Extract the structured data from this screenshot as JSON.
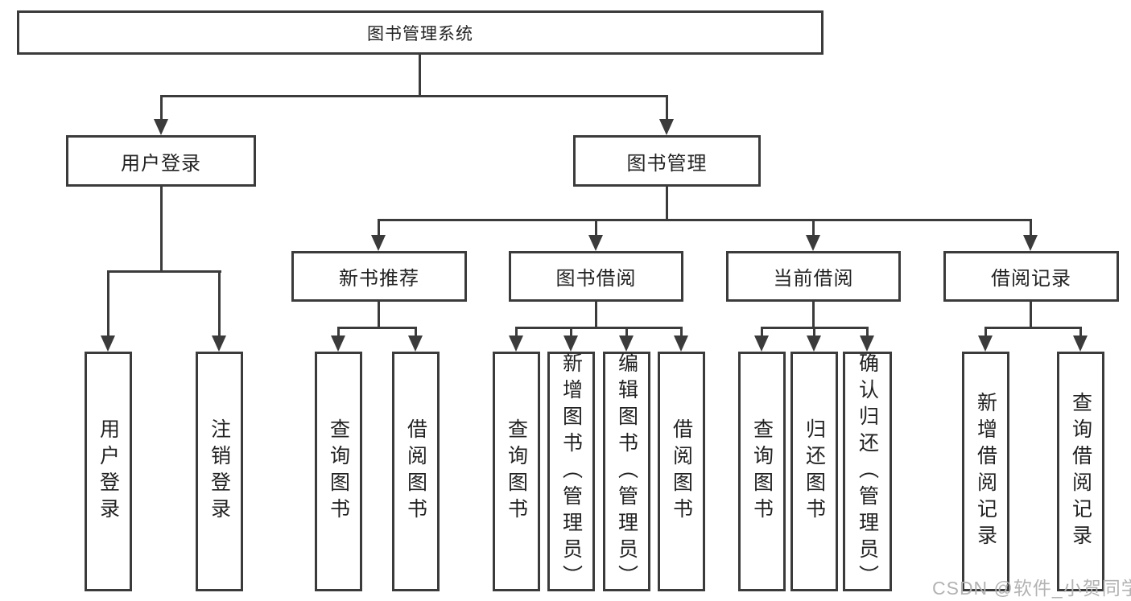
{
  "diagram_title": "图书管理系统",
  "tree": {
    "root": {
      "label": "图书管理系统"
    },
    "level2": [
      {
        "label": "用户登录",
        "children": [
          "用户登录",
          "注销登录"
        ]
      },
      {
        "label": "图书管理"
      }
    ],
    "level3": [
      {
        "label": "新书推荐",
        "children": [
          "查询图书",
          "借阅图书"
        ]
      },
      {
        "label": "图书借阅",
        "children": [
          "查询图书",
          "新增图书（管理员）",
          "编辑图书（管理员）",
          "借阅图书"
        ]
      },
      {
        "label": "当前借阅",
        "children": [
          "查询图书",
          "归还图书",
          "确认归还（管理员）"
        ]
      },
      {
        "label": "借阅记录",
        "children": [
          "新增借阅记录",
          "查询借阅记录"
        ]
      }
    ]
  },
  "watermark": "CSDN @软件_小贺同学",
  "colors": {
    "line": "#3b3b3b",
    "text": "#222222",
    "watermark": "#b3b3b3",
    "background": "#ffffff"
  }
}
